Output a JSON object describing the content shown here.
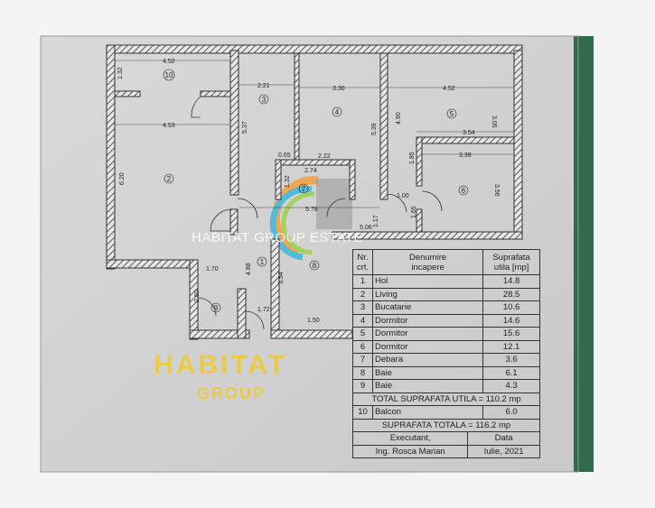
{
  "floor_plan": {
    "room_numbers": [
      "1",
      "2",
      "3",
      "4",
      "5",
      "6",
      "7",
      "8",
      "9",
      "10"
    ],
    "dimensions": {
      "r10_width": "4.52",
      "r10_height": "1.32",
      "r2_width": "4.53",
      "r2_height": "6.20",
      "r3_width": "2.21",
      "r3_height": "5.37",
      "r3_small": "0.65",
      "r4_width": "3.30",
      "r4_height": "5.39",
      "r4_lower": "2.22",
      "r5_width": "4.52",
      "r5_height": "3.05",
      "r5_lower": "3.54",
      "r5_left": "4.90",
      "r6_width": "3.39",
      "r6_height": "3.56",
      "r6_side": "1.85",
      "r7_width": "2.74",
      "r7_height": "1.32",
      "hall_width": "5.78",
      "hall_lower": "5.06",
      "hall_height": "4.88",
      "hall_a": "1.17",
      "hall_b": "1.00",
      "hall_c": "1.65",
      "r9_width": "1.70",
      "r9_height": "2.60",
      "r9_door": "1.72",
      "r8_width": "1.50",
      "r8_height": "3.54"
    }
  },
  "table": {
    "headers": {
      "nr": "Nr.\ncrt.",
      "name": "Denumire\nincapere",
      "area": "Suprafata\nutila [mp]"
    },
    "rows": [
      {
        "nr": "1",
        "name": "Hol",
        "area": "14.8"
      },
      {
        "nr": "2",
        "name": "Living",
        "area": "28.5"
      },
      {
        "nr": "3",
        "name": "Bucatarie",
        "area": "10.6"
      },
      {
        "nr": "4",
        "name": "Dormitor",
        "area": "14.6"
      },
      {
        "nr": "5",
        "name": "Dormitor",
        "area": "15.6"
      },
      {
        "nr": "6",
        "name": "Dormitor",
        "area": "12.1"
      },
      {
        "nr": "7",
        "name": "Debara",
        "area": "3.6"
      },
      {
        "nr": "8",
        "name": "Baie",
        "area": "6.1"
      },
      {
        "nr": "9",
        "name": "Baie",
        "area": "4.3"
      }
    ],
    "total_utila": "TOTAL SUPRAFATA UTILA = 110.2 mp",
    "balcon": {
      "nr": "10",
      "name": "Balcon",
      "area": "6.0"
    },
    "total": "SUPRAFATA TOTALA = 116.2 mp",
    "executant_label": "Executant,",
    "data_label": "Data",
    "executant": "Ing. Rosca Marian",
    "date": "Iulie, 2021"
  },
  "watermark": {
    "line1": "HABITAT GROUP ESTATE",
    "logo_big": "HABITAT",
    "logo_small": "GROUP"
  },
  "colors": {
    "paper": "#d4d4d4",
    "wall": "#333333",
    "watermark_yellow": "#f2c81e",
    "green_edge": "#2f6b4a"
  }
}
